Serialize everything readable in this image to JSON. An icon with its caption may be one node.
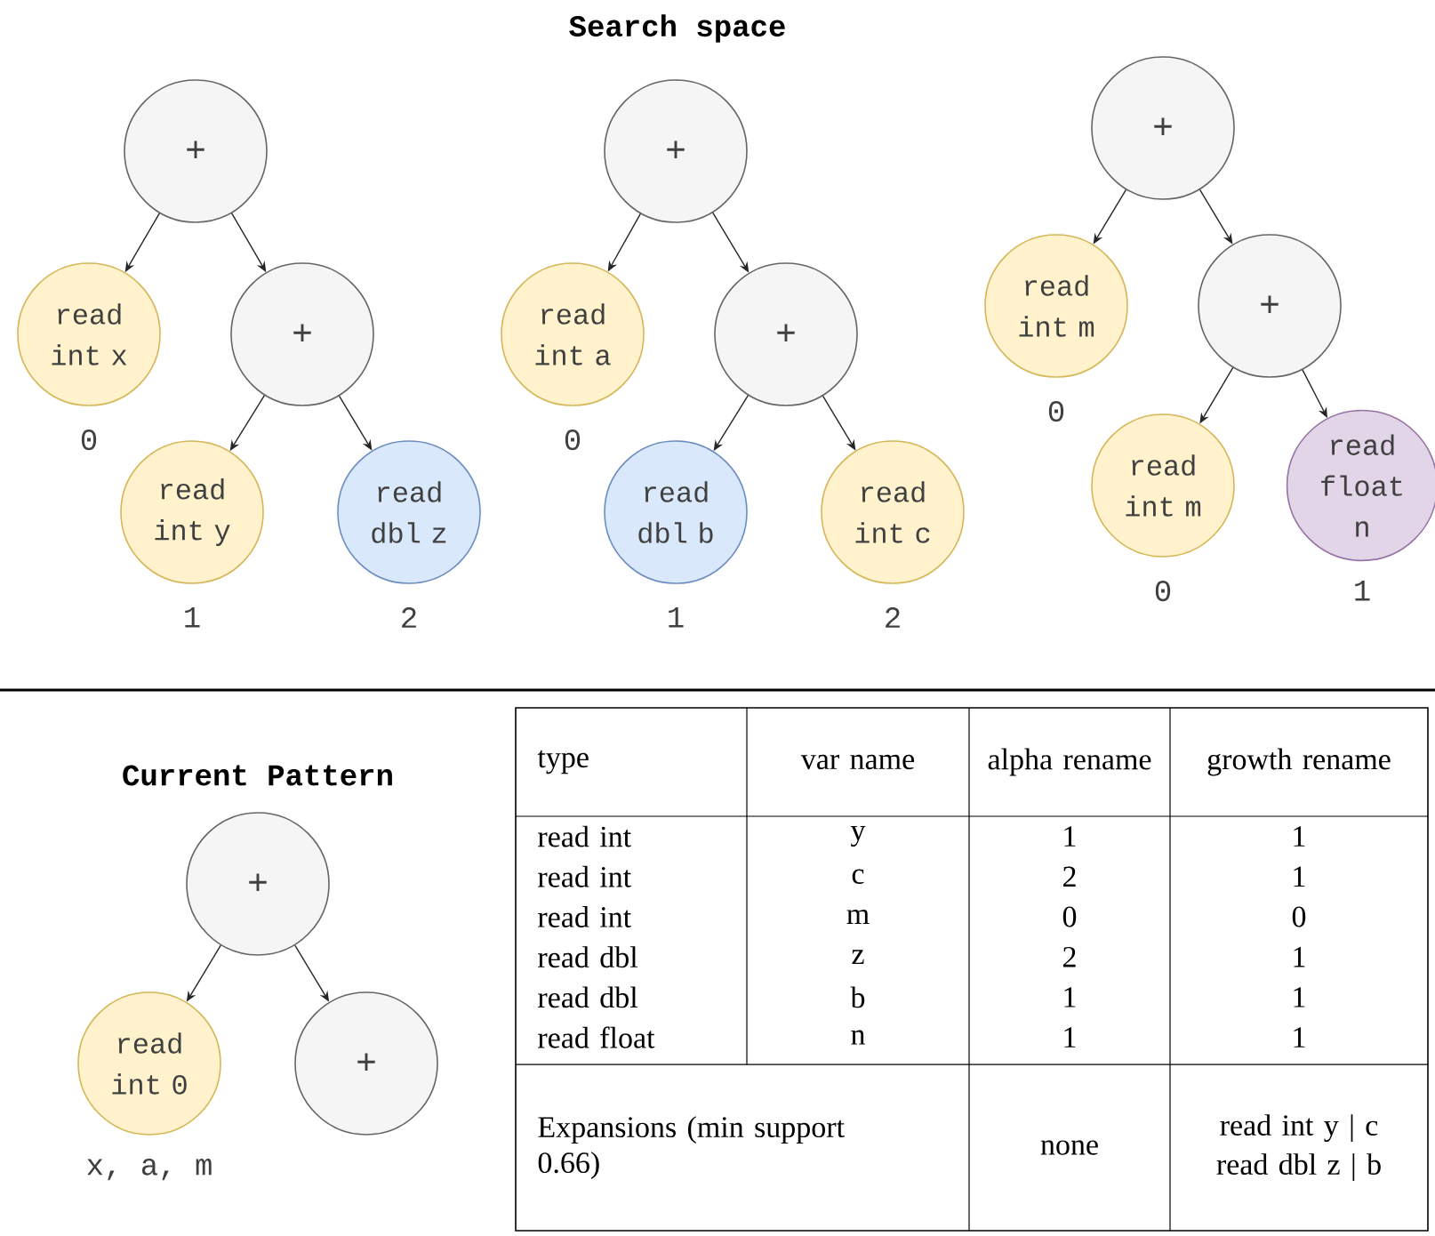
{
  "diagram": {
    "title": "Search space",
    "nodes": [
      {
        "text": [
          "+"
        ]
      },
      {
        "text": [
          "read int x"
        ],
        "beside": [
          "0"
        ]
      },
      {
        "text": [
          "+"
        ]
      },
      {
        "text": [
          "read int y"
        ],
        "beside": [
          "1"
        ]
      },
      {
        "text": [
          "read dbl z"
        ],
        "beside": [
          "2"
        ]
      },
      {
        "text": [
          "+"
        ]
      },
      {
        "text": [
          "read int a"
        ],
        "beside": [
          "0"
        ]
      },
      {
        "text": [
          "+"
        ]
      },
      {
        "text": [
          "read dbl b"
        ],
        "beside": [
          "1"
        ]
      },
      {
        "text": [
          "read int c"
        ],
        "beside": [
          "2"
        ]
      },
      {
        "text": [
          "+"
        ]
      },
      {
        "text": [
          "read int m"
        ],
        "beside": [
          "0"
        ]
      },
      {
        "text": [
          "+"
        ]
      },
      {
        "text": [
          "read int m"
        ],
        "beside": [
          "0"
        ]
      },
      {
        "text": [
          "read float n"
        ],
        "beside": [
          "1"
        ]
      },
      {
        "text": [
          "+"
        ]
      },
      {
        "text": [
          "read int 0"
        ],
        "beside": [
          "x, a, m"
        ]
      },
      {
        "text": [
          "+"
        ]
      }
    ],
    "edges": [
      {
        "from": 0,
        "to": 1,
        "arrow": "to"
      },
      {
        "from": 0,
        "to": 2,
        "arrow": "to"
      },
      {
        "from": 2,
        "to": 3,
        "arrow": "to"
      },
      {
        "from": 2,
        "to": 4,
        "arrow": "to"
      },
      {
        "from": 5,
        "to": 6,
        "arrow": "to"
      },
      {
        "from": 5,
        "to": 7,
        "arrow": "to"
      },
      {
        "from": 7,
        "to": 8,
        "arrow": "to"
      },
      {
        "from": 7,
        "to": 9,
        "arrow": "to"
      },
      {
        "from": 10,
        "to": 11,
        "arrow": "to"
      },
      {
        "from": 10,
        "to": 12,
        "arrow": "to"
      },
      {
        "from": 12,
        "to": 13,
        "arrow": "to"
      },
      {
        "from": 12,
        "to": 14,
        "arrow": "to"
      },
      {
        "from": 15,
        "to": 16,
        "arrow": "to"
      },
      {
        "from": 15,
        "to": 17,
        "arrow": "to"
      }
    ],
    "labels": [
      "Current Pattern",
      "type",
      "var name",
      "alpha rename",
      "growth rename",
      "read int",
      "y",
      "1",
      "1",
      "read int",
      "c",
      "2",
      "1",
      "read int",
      "m",
      "0",
      "0",
      "read dbl",
      "z",
      "2",
      "1",
      "read dbl",
      "b",
      "1",
      "1",
      "read float",
      "n",
      "1",
      "1",
      "Expansions (min support 0.66)",
      "none",
      "read int y | c",
      "read dbl z | b"
    ]
  }
}
